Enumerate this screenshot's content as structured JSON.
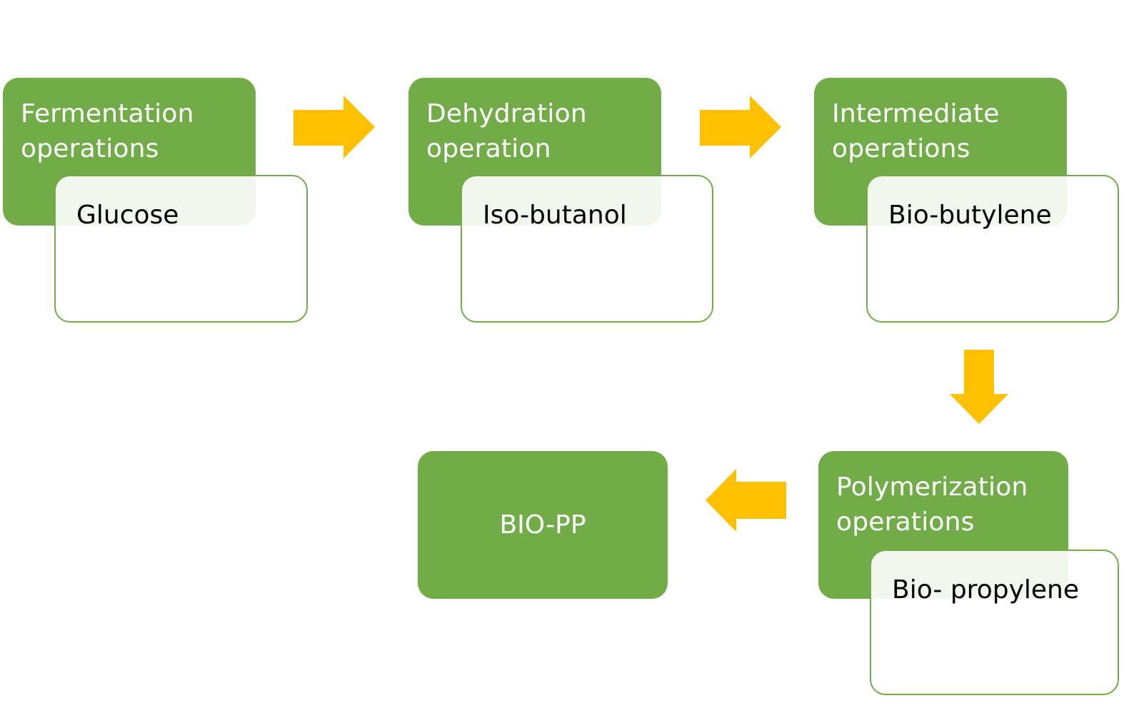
{
  "colors": {
    "box_fill": "#72AC48",
    "box_border": "#72AC48",
    "arrow_fill": "#FFC000",
    "title_text": "#FFFFFF",
    "sub_text": "#000000"
  },
  "steps": [
    {
      "title_line1": "Fermentation",
      "title_line2": "operations",
      "material": "Glucose"
    },
    {
      "title_line1": "Dehydration",
      "title_line2": "operation",
      "material": "Iso-butanol"
    },
    {
      "title_line1": "Intermediate",
      "title_line2": "operations",
      "material": "Bio-butylene"
    },
    {
      "title_line1": "Polymerization",
      "title_line2": "operations",
      "material": "Bio- propylene"
    }
  ],
  "final": {
    "label": "BIO-PP"
  }
}
